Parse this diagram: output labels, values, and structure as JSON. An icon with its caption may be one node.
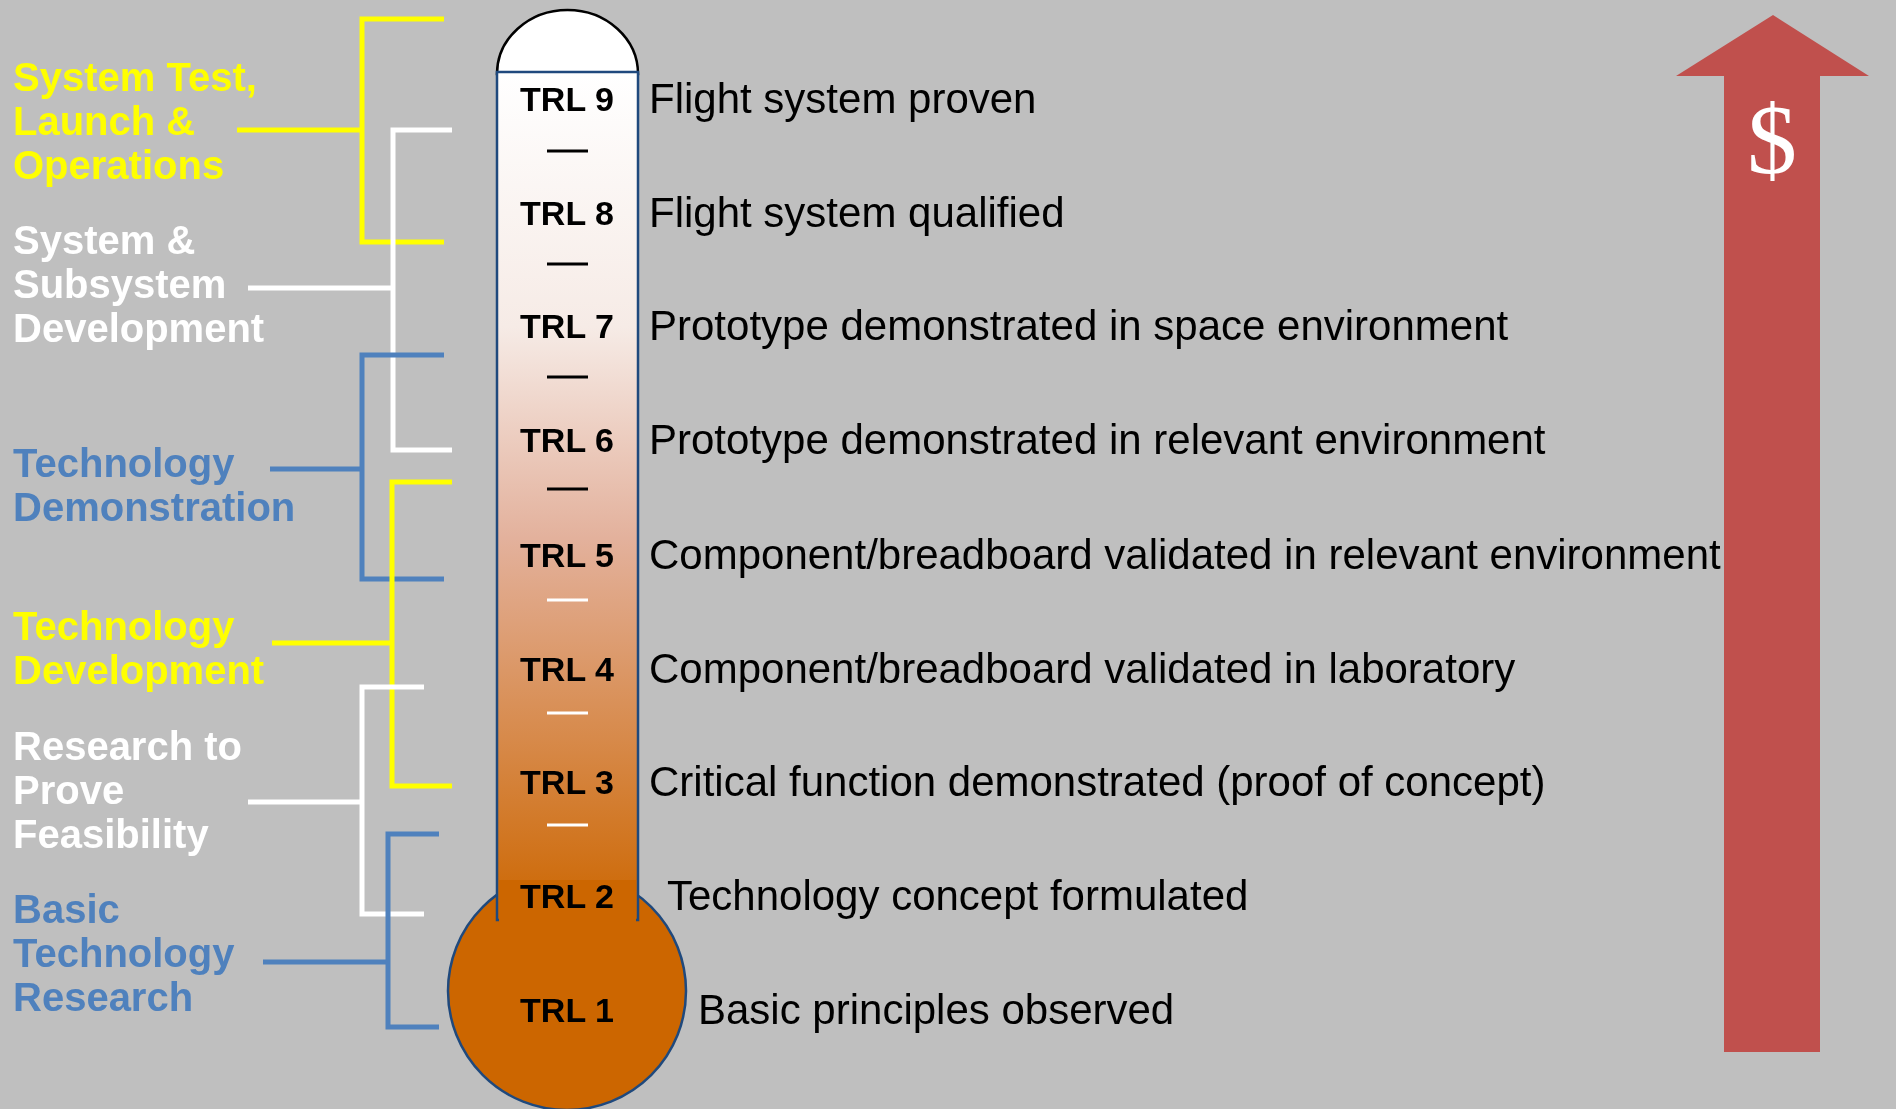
{
  "diagram": {
    "labels": [
      "System Test, Launch & Operations",
      "System & Subsystem Development",
      "Technology Demonstration",
      "Technology Development",
      "Research to Prove Feasibility",
      "Basic Technology Research",
      "TRL 9",
      "Flight system proven",
      "TRL 8",
      "Flight system qualified",
      "TRL 7",
      "Prototype demonstrated in space environment",
      "TRL 6",
      "Prototype demonstrated in relevant environment",
      "TRL 5",
      "Component/breadboard validated in relevant environment",
      "TRL 4",
      "Component/breadboard validated in laboratory",
      "TRL 3",
      "Critical function demonstrated (proof of concept)",
      "TRL 2",
      "Technology concept formulated",
      "TRL 1",
      "Basic principles observed",
      "$"
    ]
  }
}
